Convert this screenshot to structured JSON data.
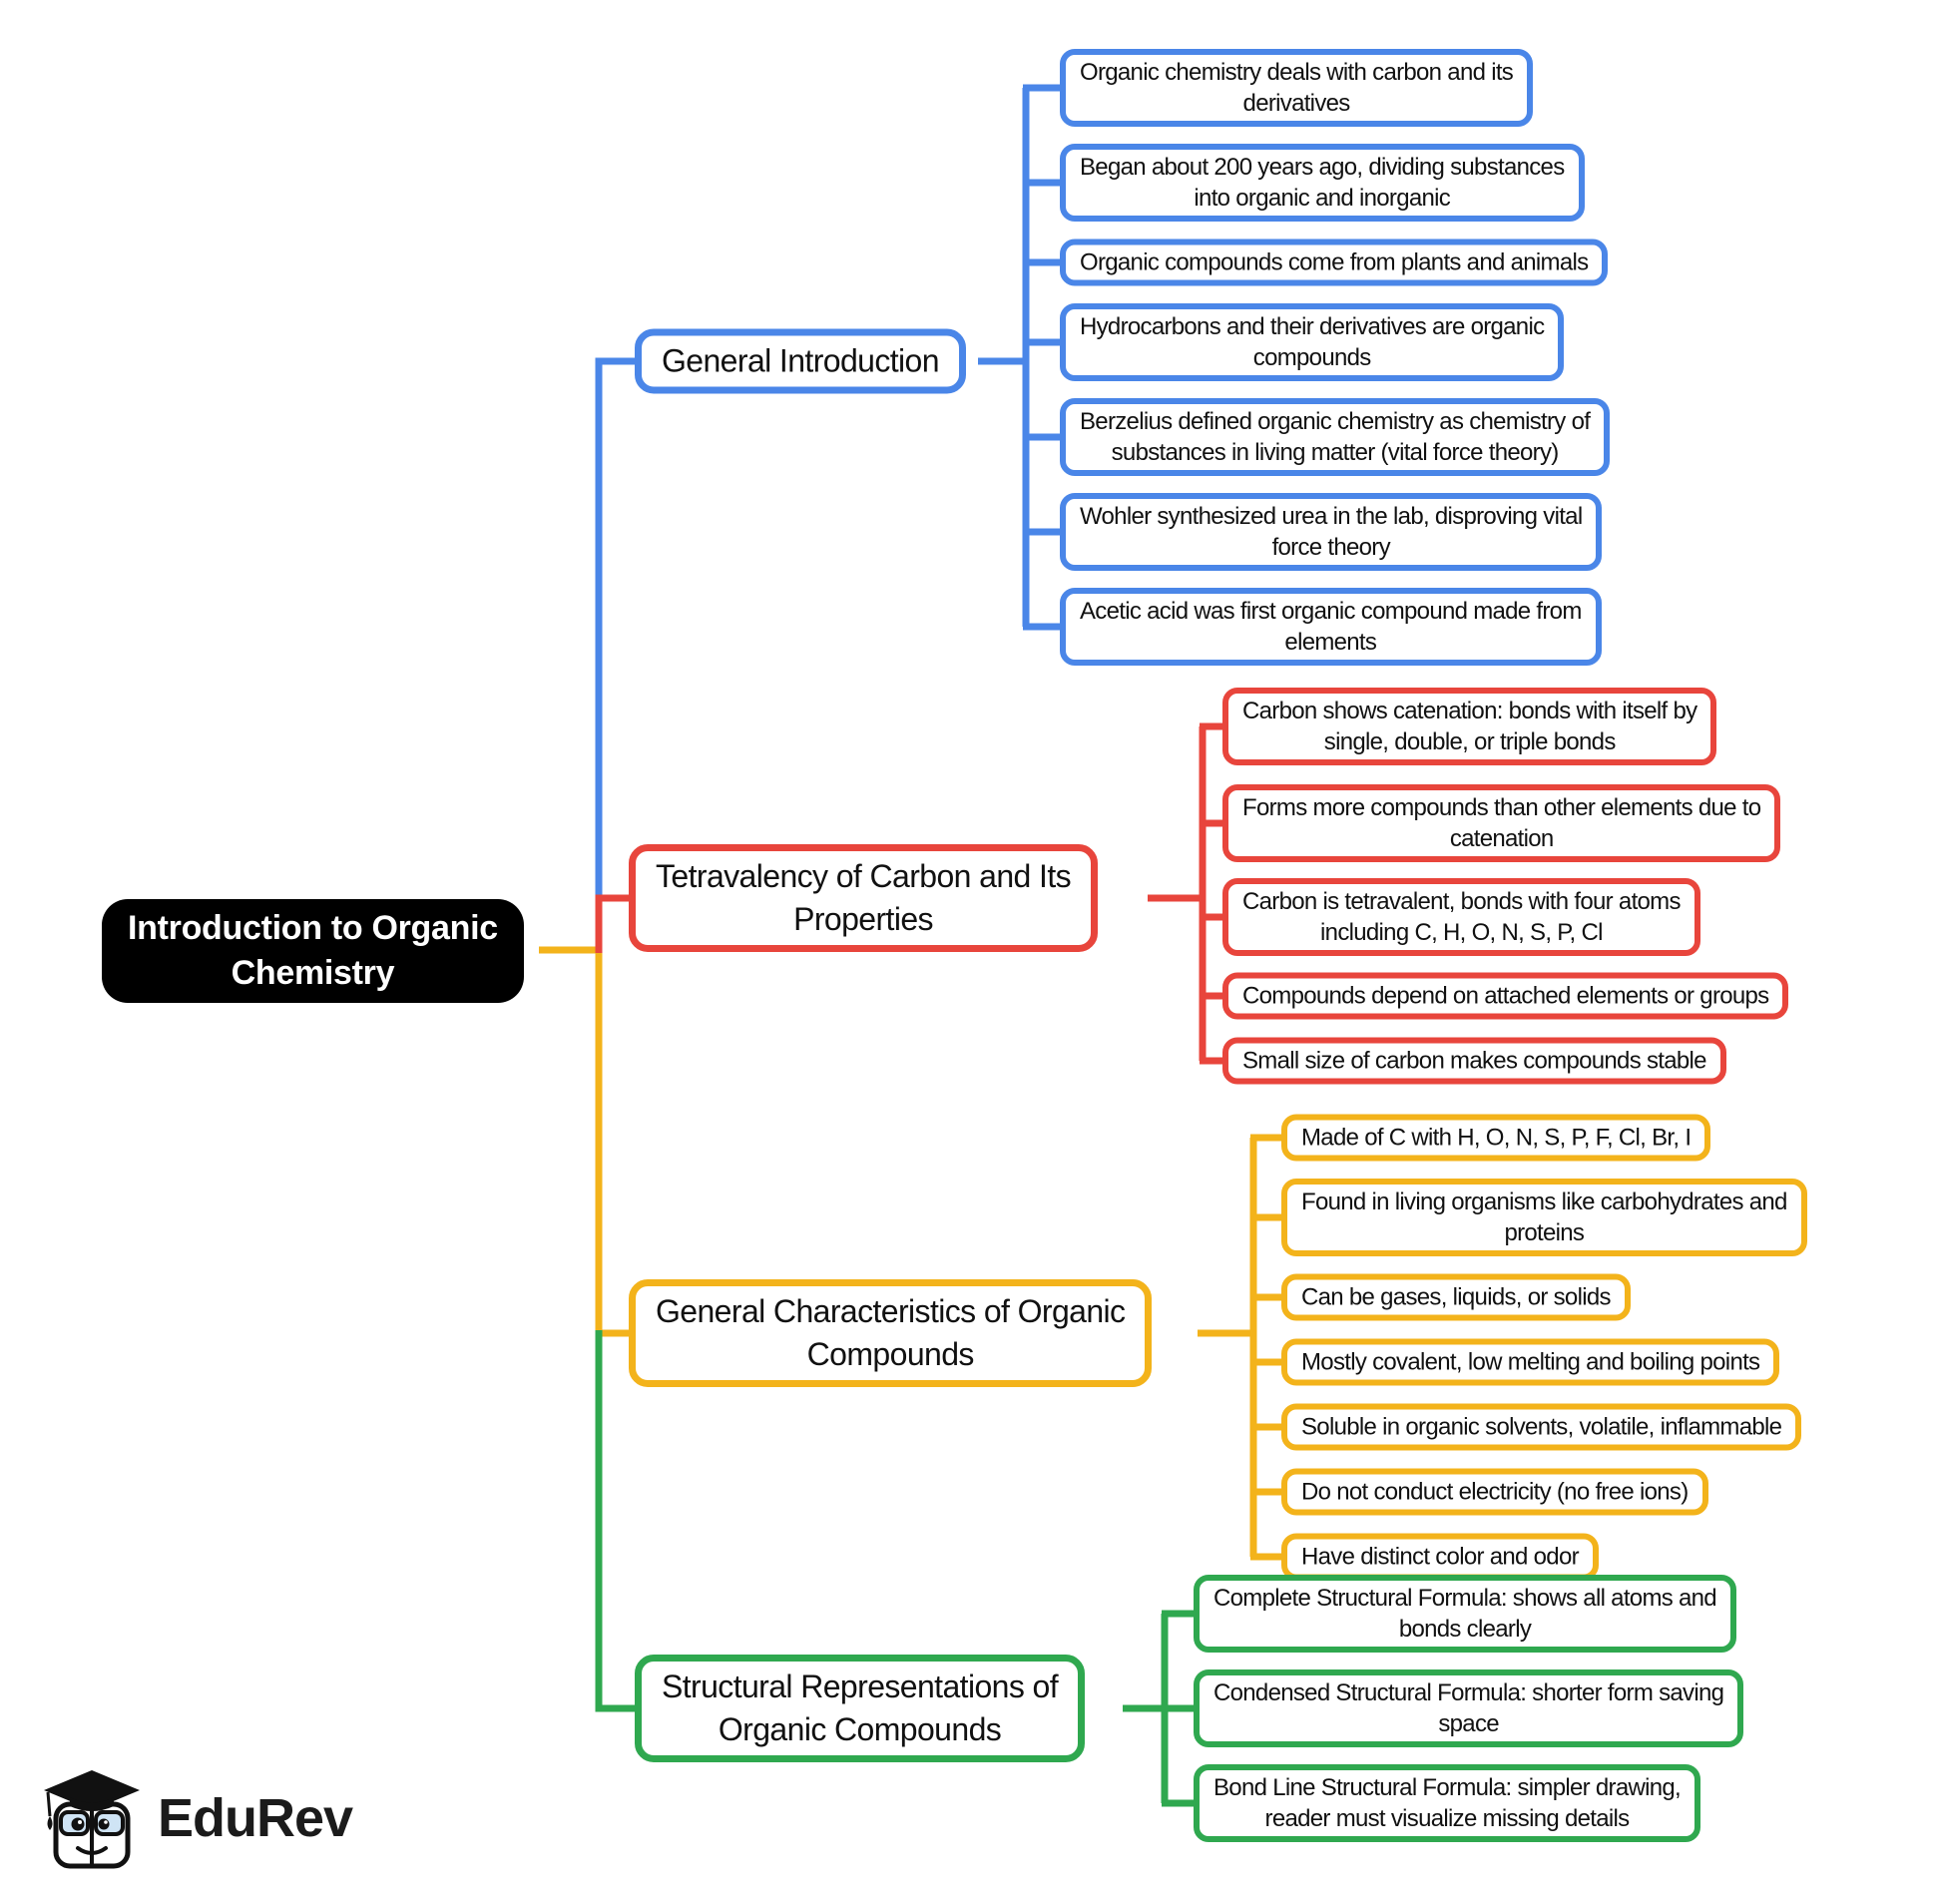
{
  "root": {
    "label": "Introduction to Organic\nChemistry",
    "bg_color": "#000000",
    "text_color": "#ffffff"
  },
  "branches": [
    {
      "id": "general-introduction",
      "label": "General Introduction",
      "color": "#4a86e8",
      "leaves": [
        "Organic chemistry deals with carbon and its\nderivatives",
        "Began about 200 years ago, dividing substances\ninto organic and inorganic",
        "Organic compounds come from plants and animals",
        "Hydrocarbons and their derivatives are organic\ncompounds",
        "Berzelius defined organic chemistry as chemistry of\nsubstances in living matter (vital force theory)",
        "Wohler synthesized urea in the lab, disproving vital\nforce theory",
        "Acetic acid was first organic compound made from\nelements"
      ]
    },
    {
      "id": "tetravalency-of-carbon",
      "label": "Tetravalency of Carbon and Its\nProperties",
      "color": "#e8453c",
      "leaves": [
        "Carbon shows catenation: bonds with itself by\nsingle, double, or triple bonds",
        "Forms more compounds than other elements due to\ncatenation",
        "Carbon is tetravalent, bonds with four atoms\nincluding C, H, O, N, S, P, Cl",
        "Compounds depend on attached elements or groups",
        "Small size of carbon makes compounds stable"
      ]
    },
    {
      "id": "general-characteristics",
      "label": "General Characteristics of Organic\nCompounds",
      "color": "#f3b31b",
      "leaves": [
        "Made of C with H, O, N, S, P, F, Cl, Br, I",
        "Found in living organisms like carbohydrates and\nproteins",
        "Can be gases, liquids, or solids",
        "Mostly covalent, low melting and boiling points",
        "Soluble in organic solvents, volatile, inflammable",
        "Do not conduct electricity (no free ions)",
        "Have distinct color and odor"
      ]
    },
    {
      "id": "structural-representations",
      "label": "Structural Representations of\nOrganic Compounds",
      "color": "#2fa84f",
      "leaves": [
        "Complete Structural Formula: shows all atoms and\nbonds clearly",
        "Condensed Structural Formula: shorter form saving\nspace",
        "Bond Line Structural Formula: simpler drawing,\nreader must visualize missing details"
      ]
    }
  ],
  "logo": {
    "brand": "EduRev"
  }
}
